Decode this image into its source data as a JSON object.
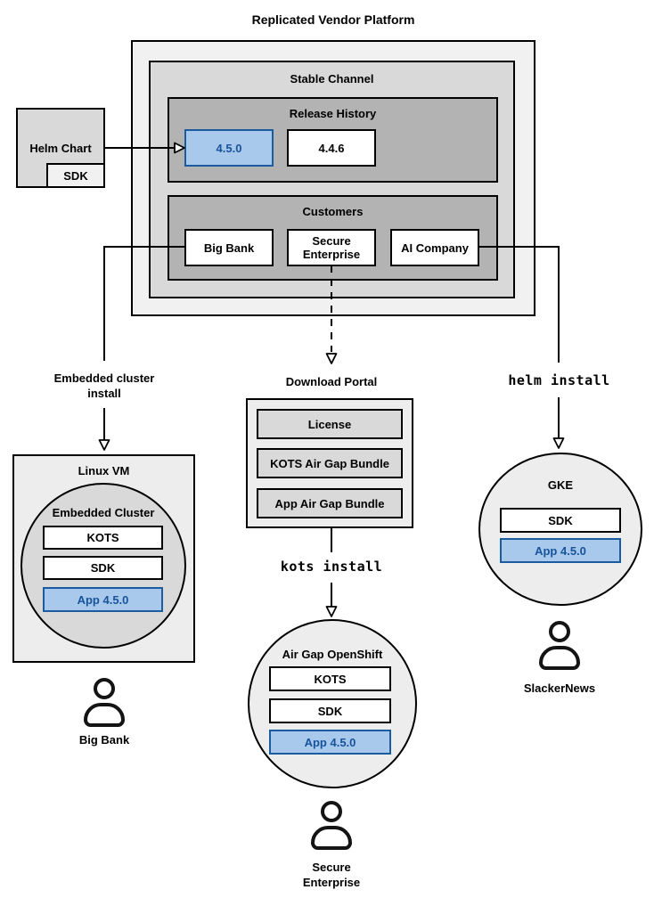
{
  "diagram_title": "Replicated Vendor Platform",
  "vendor_platform": {
    "stable_channel": {
      "label": "Stable Channel",
      "release_history": {
        "label": "Release History",
        "releases": [
          {
            "version": "4.5.0",
            "highlighted": true
          },
          {
            "version": "4.4.6",
            "highlighted": false
          }
        ]
      },
      "customers": {
        "label": "Customers",
        "items": [
          "Big Bank",
          "Secure Enterprise",
          "AI Company"
        ]
      }
    }
  },
  "helm_chart": {
    "label": "Helm Chart",
    "sdk": "SDK"
  },
  "download_portal": {
    "label": "Download Portal",
    "items": [
      "License",
      "KOTS Air Gap Bundle",
      "App Air Gap Bundle"
    ]
  },
  "install_flows": {
    "embedded": {
      "edge_label": "Embedded cluster install",
      "host_label": "Linux VM",
      "cluster_label": "Embedded Cluster",
      "components": [
        "KOTS",
        "SDK"
      ],
      "app": "App 4.5.0",
      "user": "Big Bank"
    },
    "airgap": {
      "edge_label": "kots install",
      "cluster_label": "Air Gap OpenShift",
      "components": [
        "KOTS",
        "SDK"
      ],
      "app": "App 4.5.0",
      "user": "Secure Enterprise"
    },
    "helm": {
      "edge_label": "helm install",
      "cluster_label": "GKE",
      "components": [
        "SDK"
      ],
      "app": "App 4.5.0",
      "user": "SlackerNews"
    }
  },
  "colors": {
    "highlight_fill": "#a8c9ec",
    "highlight_border": "#1b5ba0",
    "highlight_text": "#17539b",
    "gray_light": "#f1f1f1",
    "gray_mid": "#d9d9d9",
    "gray_dark": "#b3b3b3",
    "stroke": "#000000"
  }
}
